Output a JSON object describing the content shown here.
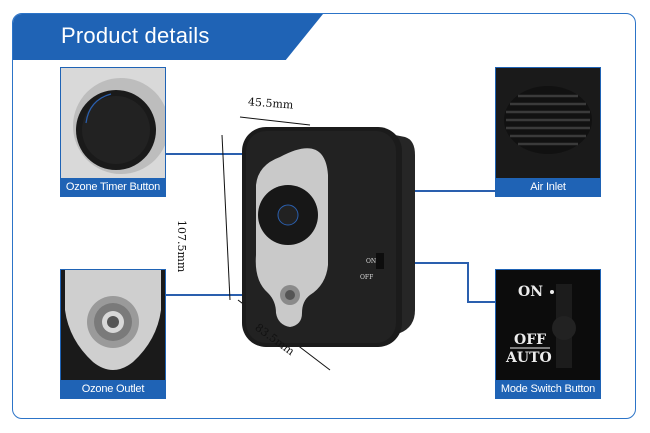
{
  "header": {
    "title": "Product details"
  },
  "callouts": {
    "timer_button": "Ozone Timer Button",
    "ozone_outlet": "Ozone Outlet",
    "air_inlet": "Air Inlet",
    "mode_switch": "Mode Switch Button"
  },
  "dimensions": {
    "width": "45.5mm",
    "height": "107.5mm",
    "depth": "83.5mm"
  },
  "switch_labels": {
    "on": "ON",
    "off": "OFF",
    "auto": "AUTO"
  },
  "colors": {
    "accent": "#1f63b5",
    "device": "#1c1c1c",
    "panel": "#c9c9c9"
  }
}
